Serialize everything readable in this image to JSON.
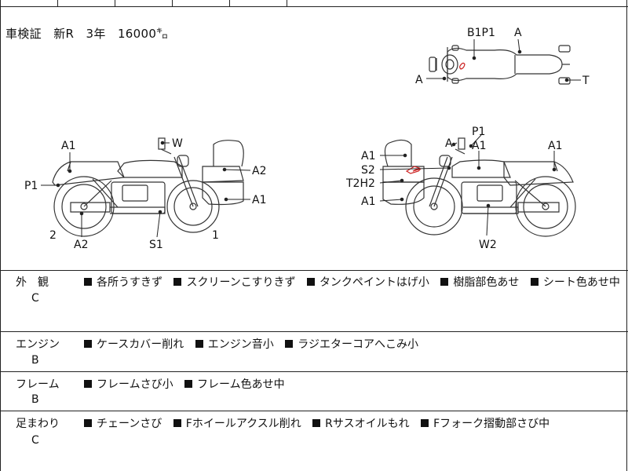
{
  "registration": {
    "line": "車検証　新R　3年　16000㌔"
  },
  "diagram": {
    "top": {
      "labels": [
        "B1P1",
        "A",
        "A",
        "T"
      ]
    },
    "left": {
      "labels": [
        "A1",
        "W",
        "A2",
        "P1",
        "A1",
        "2",
        "A2",
        "S1",
        "1"
      ]
    },
    "right": {
      "labels": [
        "P1",
        "A",
        "A1",
        "A1",
        "A1",
        "S2",
        "T2H2",
        "A1",
        "W2"
      ]
    },
    "colors": {
      "line": "#333333",
      "mark": "#cc2222"
    }
  },
  "conditions": [
    {
      "category": "外　観",
      "grade": "C",
      "notes": [
        "各所うすきず",
        "スクリーンこすりきず",
        "タンクペイントはげ小",
        "樹脂部色あせ",
        "シート色あせ中"
      ]
    },
    {
      "category": "エンジン",
      "grade": "B",
      "notes": [
        "ケースカバー削れ",
        "エンジン音小",
        "ラジエターコアへこみ小"
      ]
    },
    {
      "category": "フレーム",
      "grade": "B",
      "notes": [
        "フレームさび小",
        "フレーム色あせ中"
      ]
    },
    {
      "category": "足まわり",
      "grade": "C",
      "notes": [
        "チェーンさび",
        "Fホイールアクスル削れ",
        "Rサスオイルもれ",
        "Fフォーク摺動部さび中"
      ]
    }
  ]
}
